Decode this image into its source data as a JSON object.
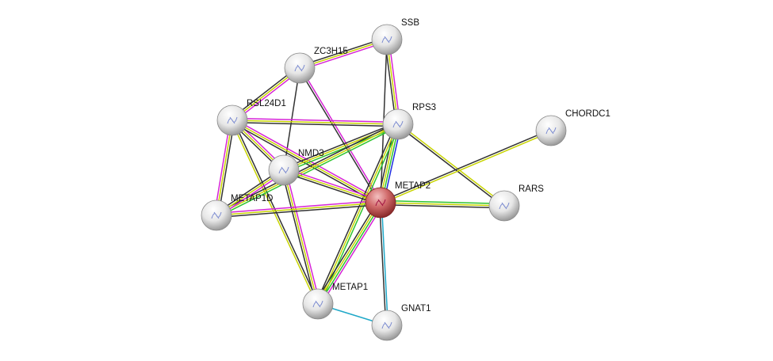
{
  "evidence_colors": {
    "textmining": "#c8d400",
    "experiments": "#d624d6",
    "coexpression": "#333333",
    "database": "#2ec42e",
    "fusion": "#1e2ee0",
    "cooccurrence": "#1fa8c8"
  },
  "nodes": [
    {
      "id": "SSB",
      "label": "SSB",
      "query": false
    },
    {
      "id": "ZC3H15",
      "label": "ZC3H15",
      "query": false
    },
    {
      "id": "RSL24D1",
      "label": "RSL24D1",
      "query": false
    },
    {
      "id": "RPS3",
      "label": "RPS3",
      "query": false
    },
    {
      "id": "CHORDC1",
      "label": "CHORDC1",
      "query": false
    },
    {
      "id": "NMD3",
      "label": "NMD3",
      "query": false
    },
    {
      "id": "METAP1D",
      "label": "METAP1D",
      "query": false
    },
    {
      "id": "METAP2",
      "label": "METAP2",
      "query": true
    },
    {
      "id": "RARS",
      "label": "RARS",
      "query": false
    },
    {
      "id": "METAP1",
      "label": "METAP1",
      "query": false
    },
    {
      "id": "GNAT1",
      "label": "GNAT1",
      "query": false
    }
  ],
  "edges": [
    {
      "a": "SSB",
      "b": "ZC3H15",
      "evidence": [
        "experiments",
        "textmining",
        "coexpression"
      ]
    },
    {
      "a": "SSB",
      "b": "RPS3",
      "evidence": [
        "experiments",
        "textmining",
        "coexpression"
      ]
    },
    {
      "a": "SSB",
      "b": "METAP2",
      "evidence": [
        "coexpression"
      ]
    },
    {
      "a": "ZC3H15",
      "b": "RSL24D1",
      "evidence": [
        "experiments",
        "textmining",
        "coexpression"
      ]
    },
    {
      "a": "ZC3H15",
      "b": "NMD3",
      "evidence": [
        "coexpression"
      ]
    },
    {
      "a": "ZC3H15",
      "b": "METAP2",
      "evidence": [
        "experiments",
        "coexpression"
      ]
    },
    {
      "a": "RSL24D1",
      "b": "RPS3",
      "evidence": [
        "experiments",
        "textmining",
        "coexpression"
      ]
    },
    {
      "a": "RSL24D1",
      "b": "NMD3",
      "evidence": [
        "experiments",
        "textmining",
        "coexpression"
      ]
    },
    {
      "a": "RSL24D1",
      "b": "METAP1D",
      "evidence": [
        "coexpression",
        "textmining",
        "experiments"
      ]
    },
    {
      "a": "RSL24D1",
      "b": "METAP2",
      "evidence": [
        "experiments",
        "textmining",
        "coexpression"
      ]
    },
    {
      "a": "RSL24D1",
      "b": "METAP1",
      "evidence": [
        "coexpression",
        "textmining"
      ]
    },
    {
      "a": "RPS3",
      "b": "NMD3",
      "evidence": [
        "database",
        "textmining",
        "coexpression"
      ]
    },
    {
      "a": "RPS3",
      "b": "METAP1D",
      "evidence": [
        "database",
        "textmining",
        "coexpression"
      ]
    },
    {
      "a": "RPS3",
      "b": "METAP2",
      "evidence": [
        "fusion",
        "database",
        "textmining",
        "coexpression"
      ]
    },
    {
      "a": "RPS3",
      "b": "RARS",
      "evidence": [
        "textmining",
        "coexpression"
      ]
    },
    {
      "a": "RPS3",
      "b": "METAP1",
      "evidence": [
        "database",
        "textmining",
        "coexpression"
      ]
    },
    {
      "a": "CHORDC1",
      "b": "METAP2",
      "evidence": [
        "textmining",
        "coexpression"
      ]
    },
    {
      "a": "NMD3",
      "b": "METAP1D",
      "evidence": [
        "experiments",
        "textmining",
        "coexpression"
      ]
    },
    {
      "a": "NMD3",
      "b": "METAP2",
      "evidence": [
        "experiments",
        "textmining",
        "coexpression"
      ]
    },
    {
      "a": "NMD3",
      "b": "METAP1",
      "evidence": [
        "experiments",
        "textmining",
        "coexpression"
      ]
    },
    {
      "a": "METAP1D",
      "b": "METAP2",
      "evidence": [
        "experiments",
        "textmining",
        "coexpression"
      ]
    },
    {
      "a": "METAP2",
      "b": "RARS",
      "evidence": [
        "database",
        "textmining",
        "coexpression"
      ]
    },
    {
      "a": "METAP2",
      "b": "METAP1",
      "evidence": [
        "experiments",
        "database",
        "textmining",
        "coexpression"
      ]
    },
    {
      "a": "METAP2",
      "b": "GNAT1",
      "evidence": [
        "cooccurrence",
        "coexpression"
      ]
    },
    {
      "a": "METAP1",
      "b": "GNAT1",
      "evidence": [
        "cooccurrence"
      ]
    }
  ]
}
